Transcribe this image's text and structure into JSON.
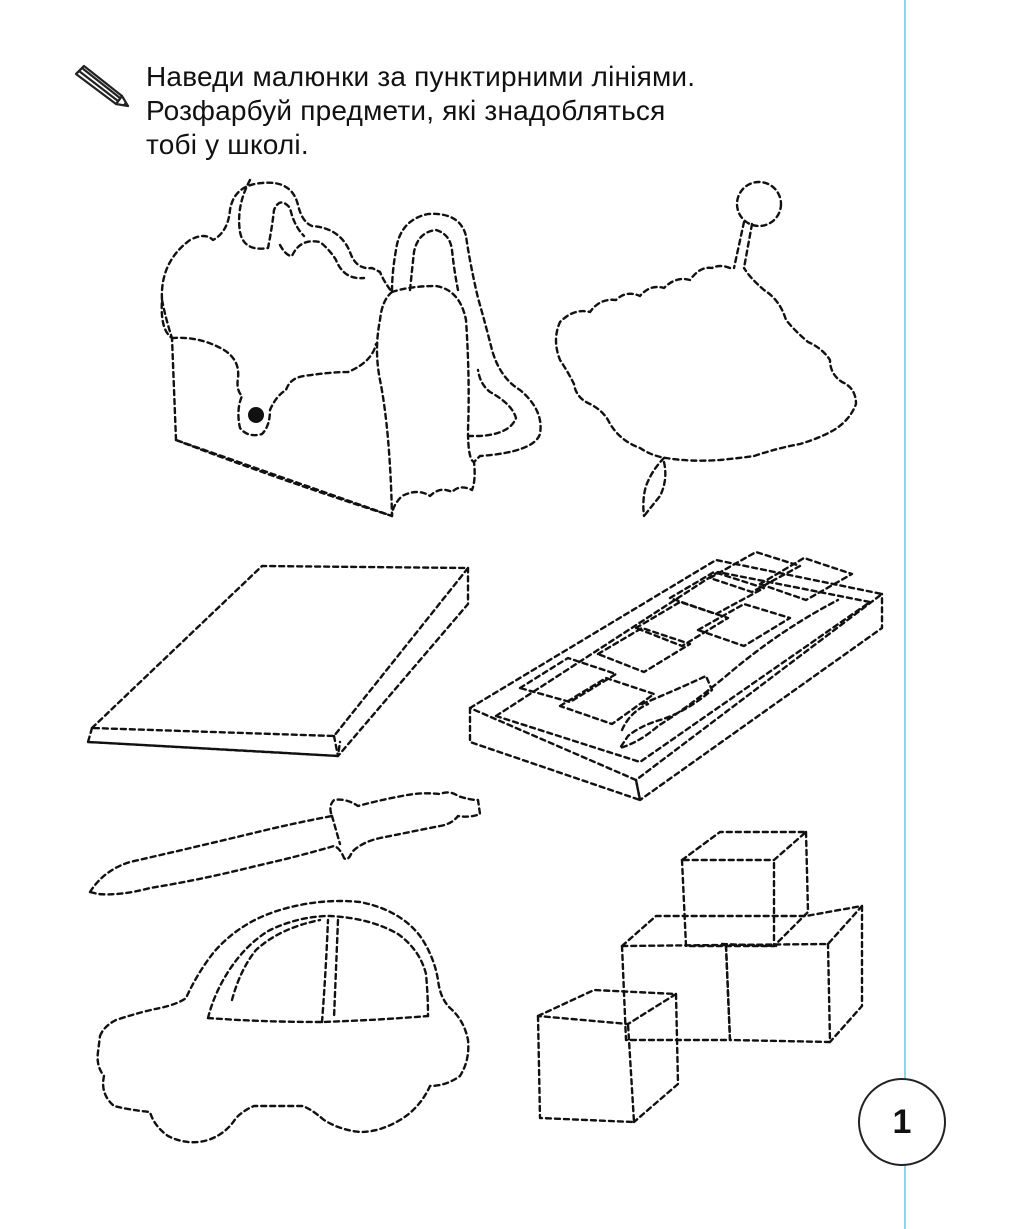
{
  "instruction": {
    "lines": [
      "Наведи малюнки за пунктирними лініями.",
      "Розфарбуй предмети, які знадобляться",
      "тобі у школі."
    ],
    "icon": "pencil-icon"
  },
  "drawings": [
    {
      "name": "school-bag",
      "icon": "school-bag-icon"
    },
    {
      "name": "ball-balloon",
      "icon": "ball-icon"
    },
    {
      "name": "notebook",
      "icon": "notebook-icon"
    },
    {
      "name": "paint-box",
      "icon": "paint-box-icon"
    },
    {
      "name": "pen",
      "icon": "pen-icon"
    },
    {
      "name": "toy-car",
      "icon": "car-icon"
    },
    {
      "name": "toy-blocks",
      "icon": "blocks-icon"
    }
  ],
  "page": {
    "number": "1"
  },
  "colors": {
    "margin_line": "#8fd3e8",
    "ink": "#111111"
  }
}
